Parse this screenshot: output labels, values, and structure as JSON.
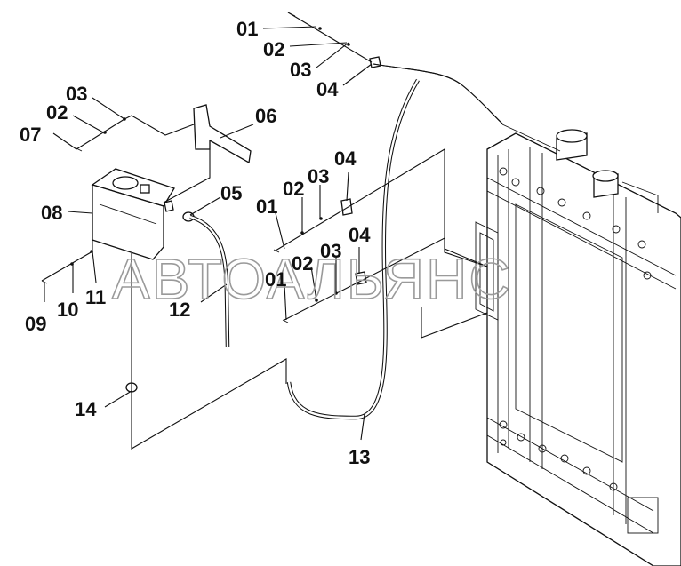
{
  "watermark": "АВТОАЛЬЯНС",
  "callouts": [
    {
      "id": "c01a",
      "text": "01"
    },
    {
      "id": "c02a",
      "text": "02"
    },
    {
      "id": "c03a",
      "text": "03"
    },
    {
      "id": "c04a",
      "text": "04"
    },
    {
      "id": "c03b",
      "text": "03"
    },
    {
      "id": "c02b",
      "text": "02"
    },
    {
      "id": "c07",
      "text": "07"
    },
    {
      "id": "c06",
      "text": "06"
    },
    {
      "id": "c08",
      "text": "08"
    },
    {
      "id": "c05",
      "text": "05"
    },
    {
      "id": "c01b",
      "text": "01"
    },
    {
      "id": "c02c",
      "text": "02"
    },
    {
      "id": "c03c",
      "text": "03"
    },
    {
      "id": "c04b",
      "text": "04"
    },
    {
      "id": "c01c",
      "text": "01"
    },
    {
      "id": "c02d",
      "text": "02"
    },
    {
      "id": "c03d",
      "text": "03"
    },
    {
      "id": "c04c",
      "text": "04"
    },
    {
      "id": "c09",
      "text": "09"
    },
    {
      "id": "c10",
      "text": "10"
    },
    {
      "id": "c11",
      "text": "11"
    },
    {
      "id": "c12",
      "text": "12"
    },
    {
      "id": "c13",
      "text": "13"
    },
    {
      "id": "c14",
      "text": "14"
    }
  ]
}
